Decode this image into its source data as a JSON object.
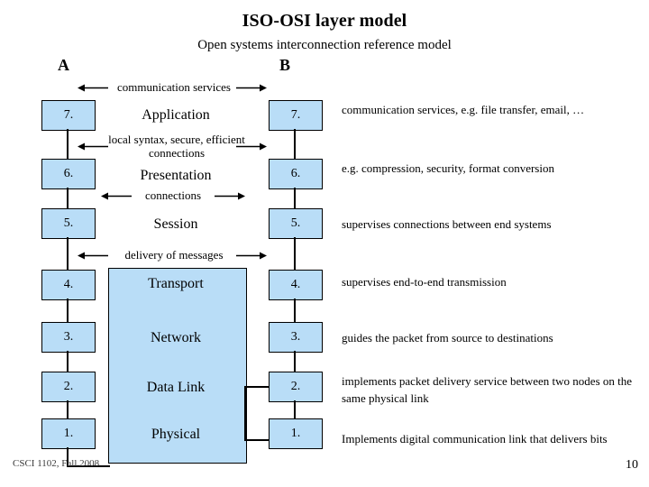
{
  "slide": {
    "title": "ISO-OSI layer model",
    "subtitle": "Open systems interconnection reference model",
    "column_a_label": "A",
    "column_b_label": "B",
    "footer": "CSCI 1102, Fall 2008",
    "page_number": "10"
  },
  "layers": [
    {
      "number": "7.",
      "name": "Application",
      "description": "communication services, e.g. file transfer, email, …"
    },
    {
      "number": "6.",
      "name": "Presentation",
      "description": "e.g. compression, security, format conversion"
    },
    {
      "number": "5.",
      "name": "Session",
      "description": "supervises connections between end systems"
    },
    {
      "number": "4.",
      "name": "Transport",
      "description": "supervises end-to-end transmission"
    },
    {
      "number": "3.",
      "name": "Network",
      "description": "guides the packet from source to destinations"
    },
    {
      "number": "2.",
      "name": "Data Link",
      "description": "implements packet delivery service between two nodes on the same physical link"
    },
    {
      "number": "1.",
      "name": "Physical",
      "description": "Implements digital communication link that delivers bits"
    }
  ],
  "services": [
    {
      "label": "communication services"
    },
    {
      "label": "local syntax, secure, efficient connections"
    },
    {
      "label": "connections"
    },
    {
      "label": "delivery of messages"
    }
  ],
  "colors": {
    "box_fill": "#b9ddf7",
    "box_border": "#000000",
    "text": "#000000"
  }
}
